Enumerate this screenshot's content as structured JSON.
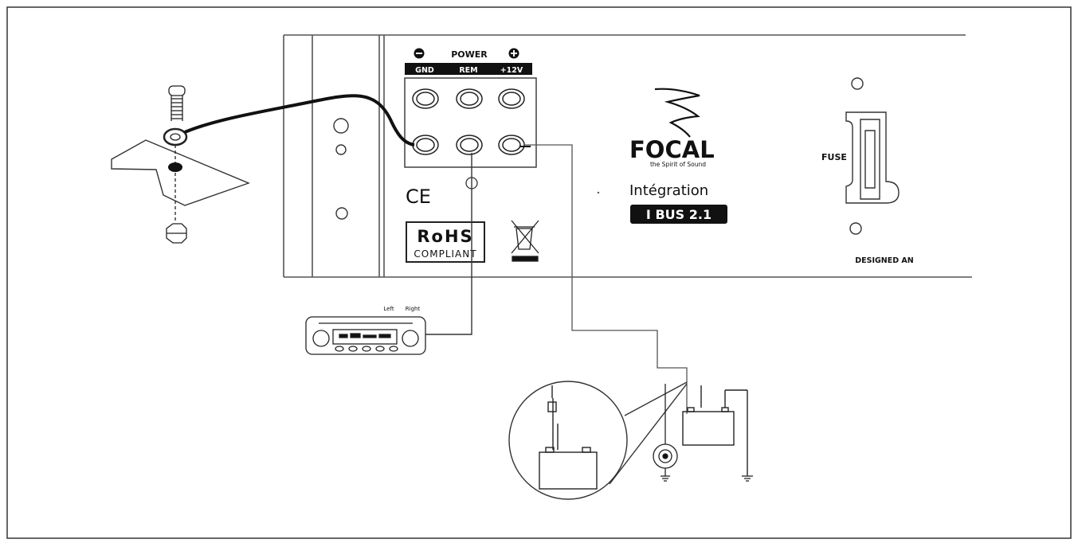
{
  "terminal": {
    "minus": "⊖",
    "plus": "⊕",
    "power": "POWER",
    "gnd": "GND",
    "rem": "REM",
    "v12": "+12V"
  },
  "certifications": {
    "ce": "CE",
    "rohs": "RoHS",
    "compliant": "COMPLIANT"
  },
  "brand": {
    "name": "FOCAL",
    "tagline": "the Spirit of Sound",
    "series": "Intégration",
    "model": "I BUS 2.1"
  },
  "fuse": {
    "label": "FUSE",
    "designed": "DESIGNED AN"
  },
  "head_unit": {
    "left": "Left",
    "right": "Right"
  },
  "icon_names": [
    "weee-bin-icon",
    "focal-logo-icon",
    "screw-icon",
    "nut-icon",
    "fuse-holder-icon",
    "battery-icon",
    "speaker-icon",
    "ground-icon"
  ]
}
